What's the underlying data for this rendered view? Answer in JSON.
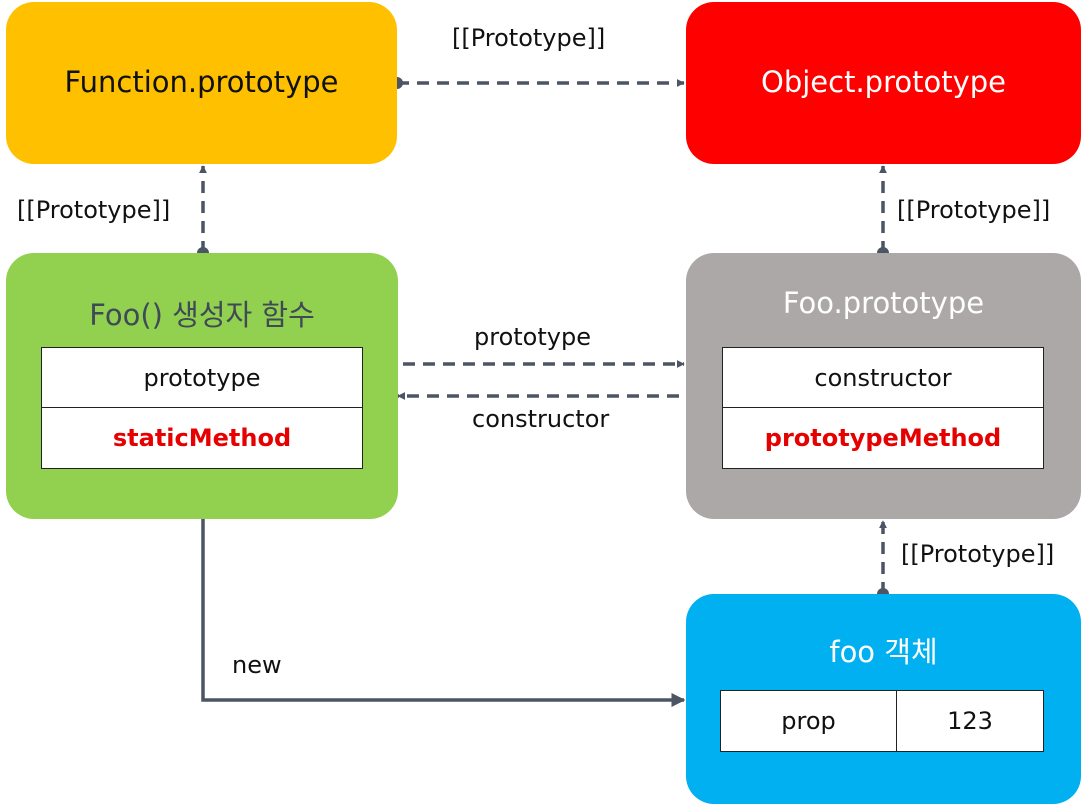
{
  "colors": {
    "function_proto": "#FFC000",
    "object_proto": "#FF0000",
    "foo_ctor": "#92D050",
    "foo_proto": "#ACA8A8",
    "foo_obj": "#00B0F0",
    "method_text": "#E60000",
    "arrow": "#4B5563"
  },
  "nodes": {
    "function_prototype": {
      "title": "Function.prototype"
    },
    "object_prototype": {
      "title": "Object.prototype"
    },
    "foo_constructor": {
      "title": "Foo() 생성자 함수",
      "rows": [
        "prototype",
        "staticMethod"
      ]
    },
    "foo_prototype": {
      "title": "Foo.prototype",
      "rows": [
        "constructor",
        "prototypeMethod"
      ]
    },
    "foo_object": {
      "title": "foo 객체",
      "prop_key": "prop",
      "prop_value": "123"
    }
  },
  "edges": {
    "function_to_object": "[[Prototype]]",
    "foo_ctor_to_function": "[[Prototype]]",
    "foo_proto_to_object": "[[Prototype]]",
    "foo_obj_to_foo_proto": "[[Prototype]]",
    "ctor_to_proto": "prototype",
    "proto_to_ctor": "constructor",
    "new": "new"
  }
}
